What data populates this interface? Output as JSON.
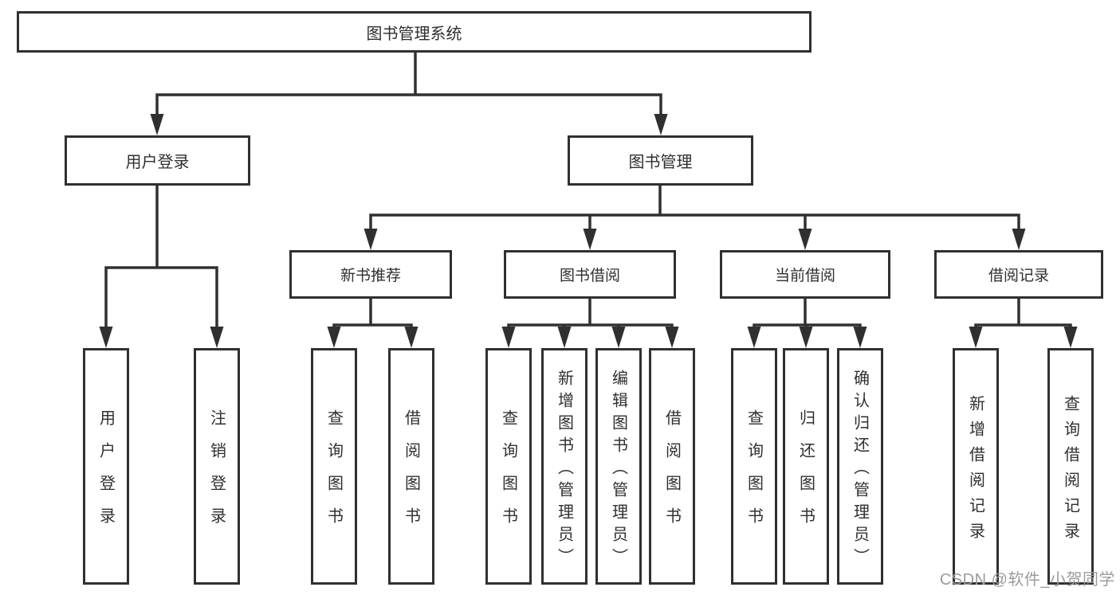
{
  "colors": {
    "line": "#303030",
    "text": "#2f2f2f",
    "background": "#ffffff",
    "watermark": "#9b9b9b"
  },
  "watermark": {
    "text": "CSDN @软件_小贺同学"
  },
  "tree": {
    "root": {
      "label": "图书管理系统",
      "children": [
        {
          "label": "用户登录",
          "children": [
            {
              "label": "用户登录"
            },
            {
              "label": "注销登录"
            }
          ]
        },
        {
          "label": "图书管理",
          "children": [
            {
              "label": "新书推荐",
              "children": [
                {
                  "label": "查询图书"
                },
                {
                  "label": "借阅图书"
                }
              ]
            },
            {
              "label": "图书借阅",
              "children": [
                {
                  "label": "查询图书"
                },
                {
                  "label": "新增图书（管理员）"
                },
                {
                  "label": "编辑图书（管理员）"
                },
                {
                  "label": "借阅图书"
                }
              ]
            },
            {
              "label": "当前借阅",
              "children": [
                {
                  "label": "查询图书"
                },
                {
                  "label": "归还图书"
                },
                {
                  "label": "确认归还（管理员）"
                }
              ]
            },
            {
              "label": "借阅记录",
              "children": [
                {
                  "label": "新增借阅记录"
                },
                {
                  "label": "查询借阅记录"
                }
              ]
            }
          ]
        }
      ]
    }
  }
}
